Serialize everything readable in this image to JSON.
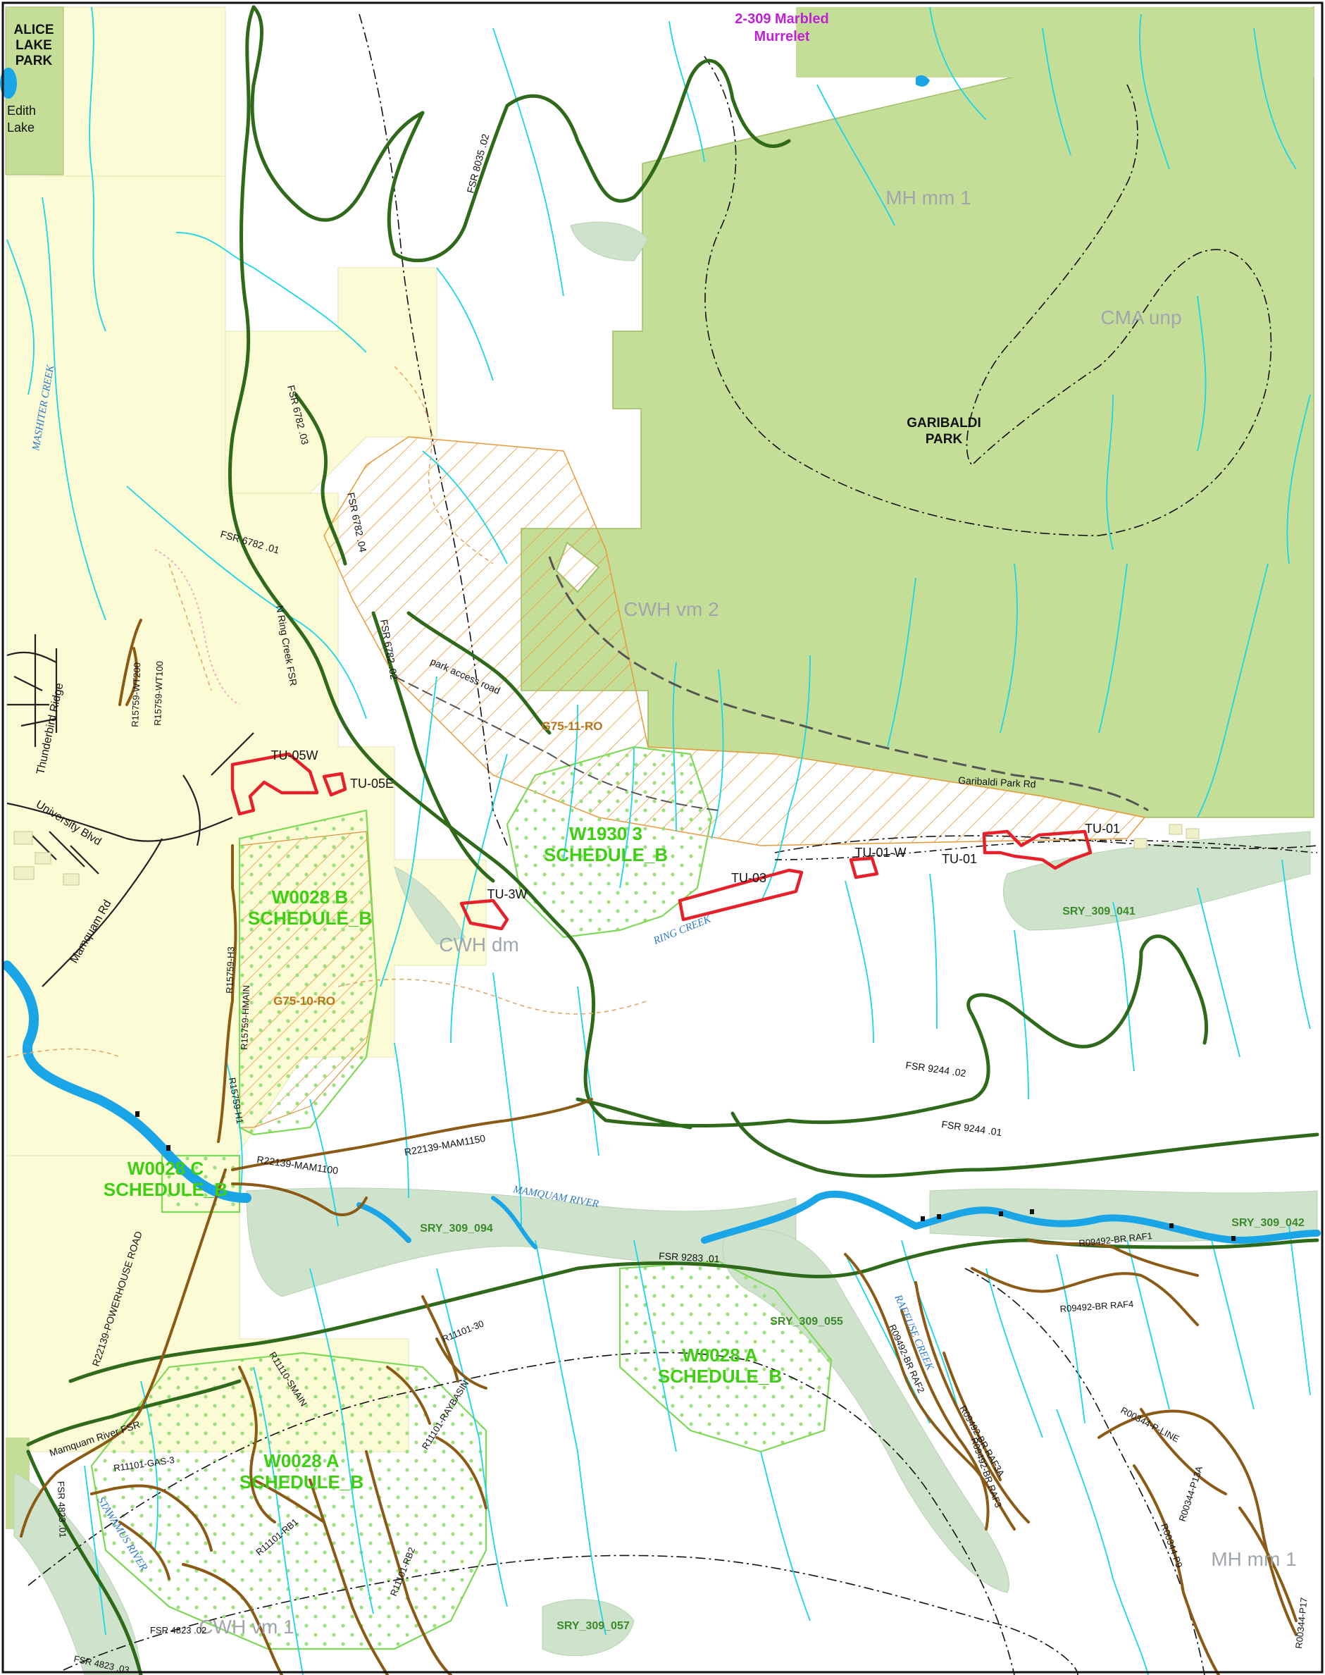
{
  "parks": [
    {
      "id": "alice",
      "line1": "ALICE",
      "line2": "LAKE",
      "line3": "PARK"
    },
    {
      "id": "garibaldi",
      "line1": "GARIBALDI",
      "line2": "PARK"
    }
  ],
  "lake_label": {
    "line1": "Edith",
    "line2": "Lake"
  },
  "habitat_label": {
    "line1": "2-309 Marbled",
    "line2": "Murrelet"
  },
  "bec_labels": [
    "MH mm 1",
    "CMA unp",
    "CWH vm 2",
    "CWH dm",
    "CWH vm 1",
    "MH mm 1"
  ],
  "schedule_labels": [
    {
      "code": "W1930 3",
      "schedule": "SCHEDULE_B"
    },
    {
      "code": "W0028 B",
      "schedule": "SCHEDULE_B"
    },
    {
      "code": "W0028 C",
      "schedule": "SCHEDULE_B"
    },
    {
      "code": "W0028 A",
      "schedule": "SCHEDULE_B"
    },
    {
      "code": "W0028 A",
      "schedule": "SCHEDULE_B"
    }
  ],
  "cutblocks": [
    "TU-05W",
    "TU-05E",
    "TU-3W",
    "TU-03",
    "TU-01-W",
    "TU-01",
    "TU-01"
  ],
  "sry_labels": [
    "SRY_309_041",
    "SRY_309_094",
    "SRY_309_042",
    "SRY_309_055",
    "SRY_309_057"
  ],
  "ro_labels": [
    "G75-11-RO",
    "G75-10-RO"
  ],
  "creek_labels": [
    "MASHITER CREEK",
    "RING CREEK",
    "MAMQUAM RIVER",
    "RAFFUSE CREEK",
    "STAWAMUS RIVER"
  ],
  "road_labels": [
    "FSR 8035 .02",
    "FSR 6782 .03",
    "FSR 6782 .04",
    "FSR 6782 .01",
    "FSR 6782 .02",
    "N Ring Creek FSR",
    "park access road",
    "Garibaldi Park Rd",
    "FSR 9244 .02",
    "FSR 9244 .01",
    "FSR 9283 .01",
    "Mamquam River FSR",
    "R22139-POWERHOUSE ROAD",
    "R22139-MAM1150",
    "R22139-MAM1100",
    "R15759-H3",
    "R15759-HMAIN",
    "R15759-H1",
    "R15759-WT200",
    "R15759-WT100",
    "R09492-BR RAF1",
    "R09492-BR RAF4",
    "R09492-BR RAF2",
    "R09492-BR RAF3A",
    "R09492-BR RAF3",
    "R00344-P-LINE",
    "R00344-P13A",
    "R00344-P9",
    "R00344-P17",
    "R11101-30",
    "R11110-SMAIN",
    "R11101-RAYBASIN",
    "R11101-GAS-3",
    "R11101-RB1",
    "R11101-RB2",
    "FSR 4823 .01",
    "FSR 4823 .02",
    "FSR 4823 .03"
  ],
  "local_roads": [
    "Thunderbird Ridge",
    "University Blvd",
    "Mamquam Rd"
  ],
  "colors": {
    "park_fill": "#c5de97",
    "private_fill": "#fbfbd6",
    "sry_fill": "#cfe2cb",
    "schedule_outline": "#7ed957",
    "cut_outline": "#e8202a",
    "stream": "#19d6e8",
    "river": "#1aa6e6",
    "fsr_road": "#2e6a1a",
    "permit_road": "#8b5a14",
    "hatch": "#e89a3a"
  }
}
